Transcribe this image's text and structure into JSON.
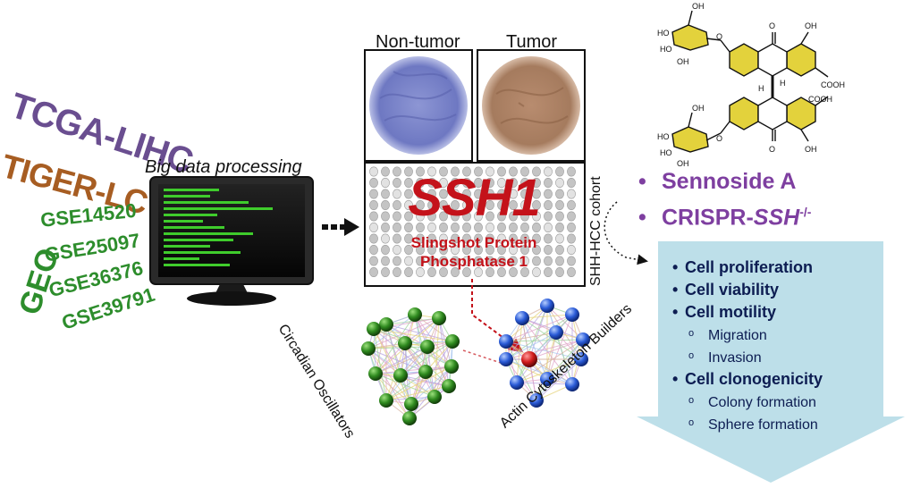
{
  "datasets": {
    "tcga": "TCGA-LIHC",
    "tiger": "TIGER-LC",
    "geo": "GEO",
    "gse": [
      "GSE14520",
      "GSE25097",
      "GSE36376",
      "GSE39791"
    ]
  },
  "processing_label": "Big data processing",
  "tissue_labels": {
    "non_tumor": "Non-tumor",
    "tumor": "Tumor"
  },
  "ssh1": {
    "title": "SSH1",
    "subtitle_line1": "Slingshot Protein",
    "subtitle_line2": "Phosphatase 1"
  },
  "cohort_label": "SHH-HCC cohort",
  "networks": {
    "left": "Circadian Oscillators",
    "right": "Actin Cytoskeleton Builders"
  },
  "molecule": {
    "labels": {
      "ho": "HO",
      "oh": "OH",
      "cooh": "COOH",
      "o": "O",
      "h": "H"
    }
  },
  "interventions": [
    {
      "bullet": "•",
      "text": "Sennoside A"
    },
    {
      "bullet": "•",
      "text_plain": "CRISPR-",
      "text_italic": "SSH",
      "text_sup": "-/-"
    }
  ],
  "outcomes": {
    "proliferation": "Cell proliferation",
    "viability": "Cell viability",
    "motility": "Cell motility",
    "migration": "Migration",
    "invasion": "Invasion",
    "clonogenicity": "Cell clonogenicity",
    "colony": "Colony formation",
    "sphere": "Sphere formation"
  },
  "colors": {
    "tcga": "#6a4e90",
    "tiger": "#a75d22",
    "geo": "#2d8d2c",
    "ssh1_red": "#c4121a",
    "drug_purple": "#7e3fa0",
    "arrow_fill": "#bddfe9",
    "outcome_text": "#0d1d52",
    "green_node": "#2f8a1f",
    "blue_node": "#2a5bd7",
    "red_node": "#d21c1c"
  }
}
